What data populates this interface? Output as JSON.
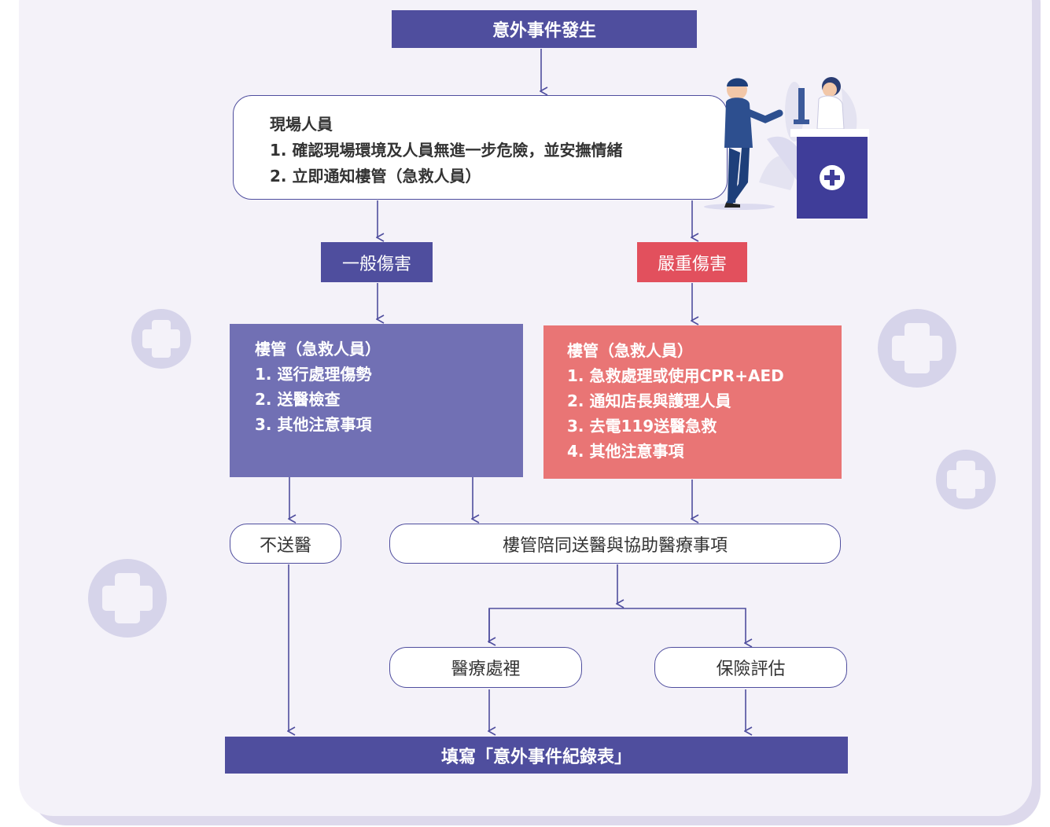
{
  "colors": {
    "primary": "#4f4e9e",
    "danger": "#e2505d",
    "panel_purple": "#7170b4",
    "panel_red": "#e97575",
    "background": "#f4f2f9"
  },
  "top": {
    "event": "意外事件發生"
  },
  "staff": {
    "title": "現場人員",
    "steps": [
      "1. 確認現場環境及人員無進一步危險，並安撫情緒",
      "2. 立即通知樓管（急救人員）"
    ]
  },
  "branches": {
    "general": "一般傷害",
    "severe": "嚴重傷害"
  },
  "general_panel": {
    "title": "樓管（急救人員）",
    "steps": [
      "1. 逕行處理傷勢",
      "2. 送醫檢查",
      "3. 其他注意事項"
    ]
  },
  "severe_panel": {
    "title": "樓管（急救人員）",
    "steps": [
      "1. 急救處理或使用CPR+AED",
      "2. 通知店長與護理人員",
      "3. 去電119送醫急救",
      "4. 其他注意事項"
    ]
  },
  "outcomes": {
    "no_hospital": "不送醫",
    "escort": "樓管陪同送醫與協助醫療事項",
    "medical": "醫療處裡",
    "insurance": "保險評估"
  },
  "final": {
    "label": "填寫「意外事件紀錄表」"
  },
  "icons": [
    "plus-icon",
    "medical-cross-icon",
    "staff-illustration"
  ]
}
